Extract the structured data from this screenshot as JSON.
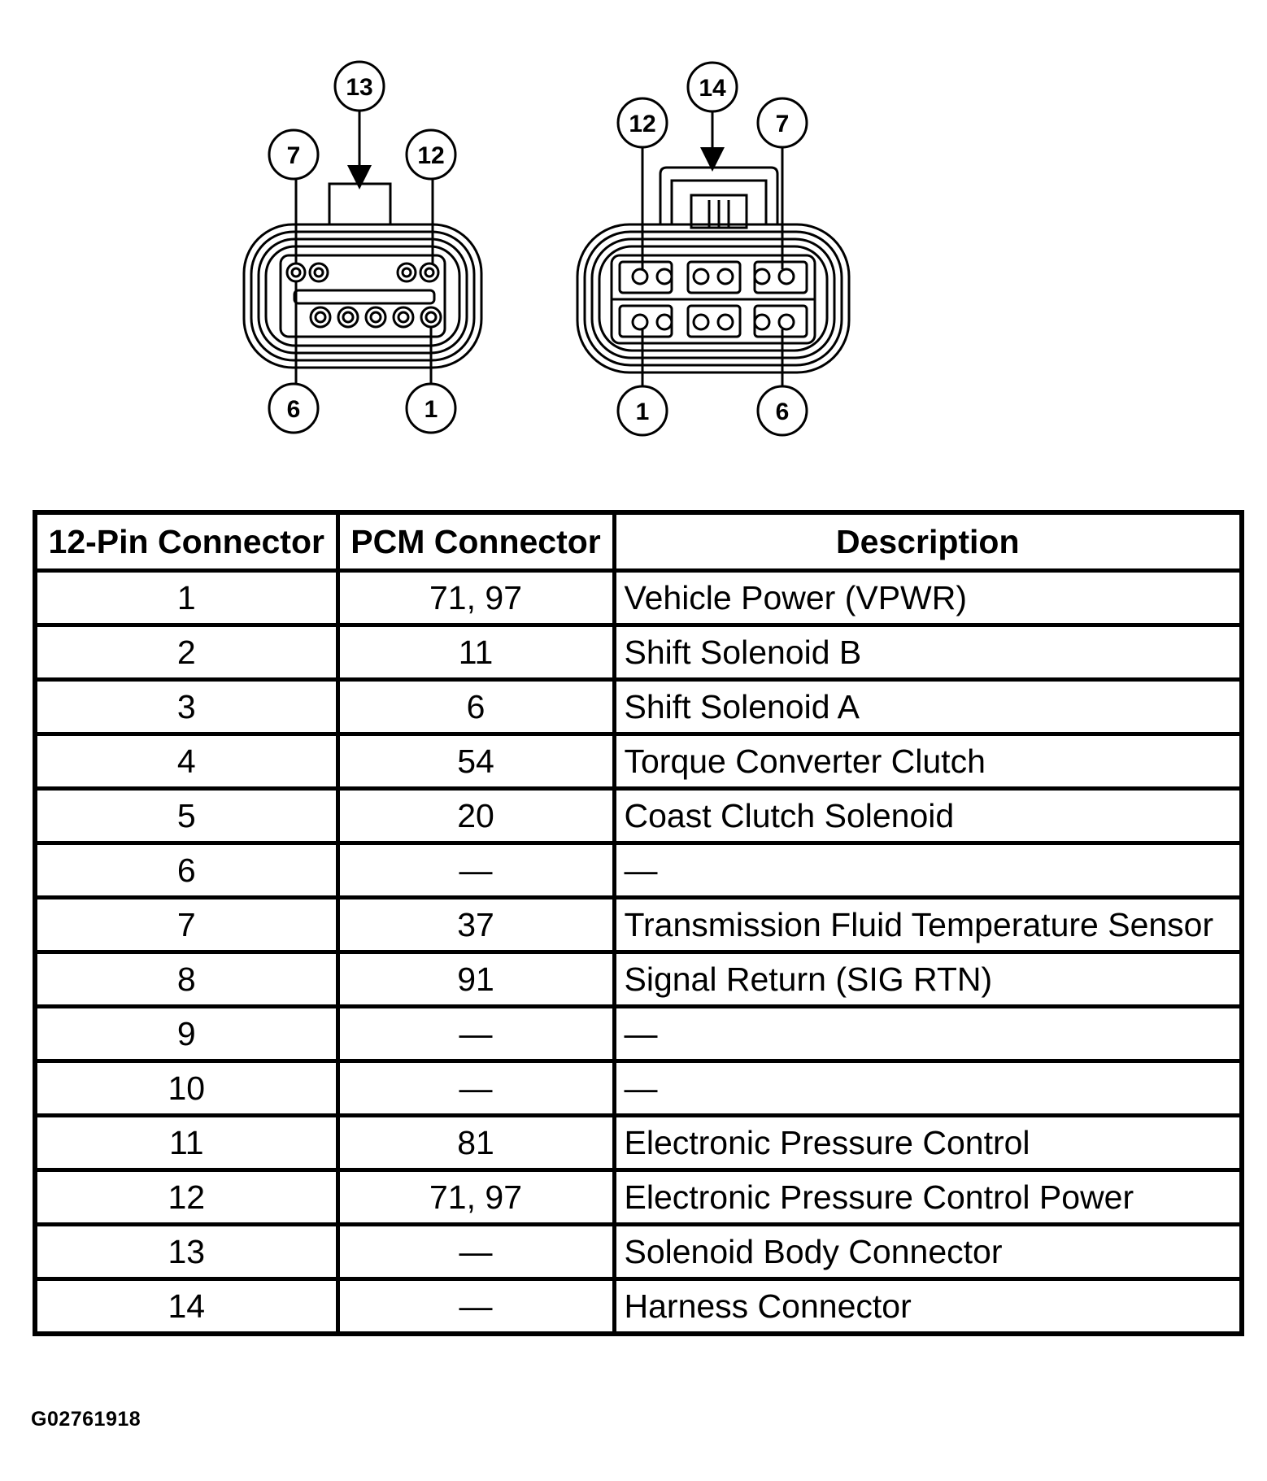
{
  "left_connector": {
    "callouts": [
      "13",
      "7",
      "12",
      "6",
      "1"
    ]
  },
  "right_connector": {
    "callouts": [
      "14",
      "12",
      "7",
      "1",
      "6"
    ]
  },
  "table": {
    "headers": [
      "12-Pin Connector",
      "PCM Connector",
      "Description"
    ],
    "rows": [
      [
        "1",
        "71, 97",
        "Vehicle Power (VPWR)"
      ],
      [
        "2",
        "11",
        "Shift Solenoid B"
      ],
      [
        "3",
        "6",
        "Shift Solenoid A"
      ],
      [
        "4",
        "54",
        "Torque Converter Clutch"
      ],
      [
        "5",
        "20",
        "Coast Clutch Solenoid"
      ],
      [
        "6",
        "—",
        "—"
      ],
      [
        "7",
        "37",
        "Transmission Fluid Temperature Sensor"
      ],
      [
        "8",
        "91",
        "Signal Return (SIG RTN)"
      ],
      [
        "9",
        "—",
        "—"
      ],
      [
        "10",
        "—",
        "—"
      ],
      [
        "11",
        "81",
        "Electronic Pressure Control"
      ],
      [
        "12",
        "71, 97",
        "Electronic Pressure Control Power"
      ],
      [
        "13",
        "—",
        "Solenoid Body Connector"
      ],
      [
        "14",
        "—",
        "Harness Connector"
      ]
    ]
  },
  "figure_code": "G02761918"
}
